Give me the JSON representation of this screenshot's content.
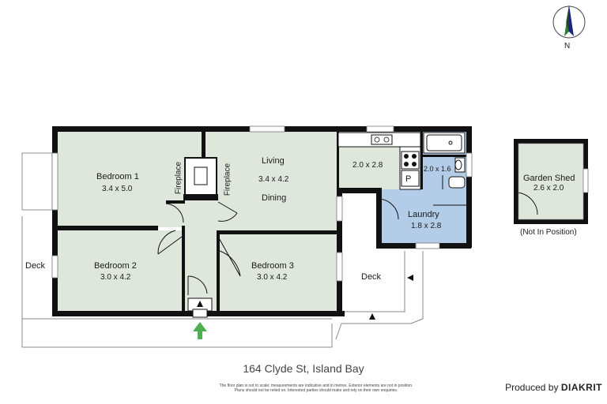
{
  "rooms": {
    "bedroom1": {
      "name": "Bedroom 1",
      "dims": "3.4 x 5.0"
    },
    "living": {
      "name": "Living",
      "dims": "3.4 x 4.2",
      "sub": "Dining"
    },
    "kitchen": {
      "dims": "2.0 x 2.8",
      "pantry": "P"
    },
    "bathroom": {
      "dims": "2.0 x 1.6"
    },
    "laundry": {
      "name": "Laundry",
      "dims": "1.8 x 2.8"
    },
    "bedroom2": {
      "name": "Bedroom 2",
      "dims": "3.0 x 4.2"
    },
    "bedroom3": {
      "name": "Bedroom 3",
      "dims": "3.0 x 4.2"
    },
    "shed": {
      "name": "Garden Shed",
      "dims": "2.6 x 2.0",
      "note": "(Not In Position)"
    }
  },
  "labels": {
    "fireplace_left": "Fireplace",
    "fireplace_right": "Fireplace",
    "deck_left": "Deck",
    "deck_right": "Deck"
  },
  "compass": {
    "letter": "N"
  },
  "footer": {
    "address": "164 Clyde St, Island Bay",
    "disclaimer_line1": "The floor plan is not to scale; measurements are indicative and in metres. Exterior elements are not in position.",
    "disclaimer_line2": "Plans should not be relied on. Interested parties should make and rely on their own enquiries.",
    "produced_by": "Produced by",
    "brand": "DIAKRIT"
  },
  "colors": {
    "room_fill": "#dfe7dd",
    "laundry_fill": "#b3cde8",
    "wall": "#111111",
    "entry_arrow": "#4caf50"
  }
}
